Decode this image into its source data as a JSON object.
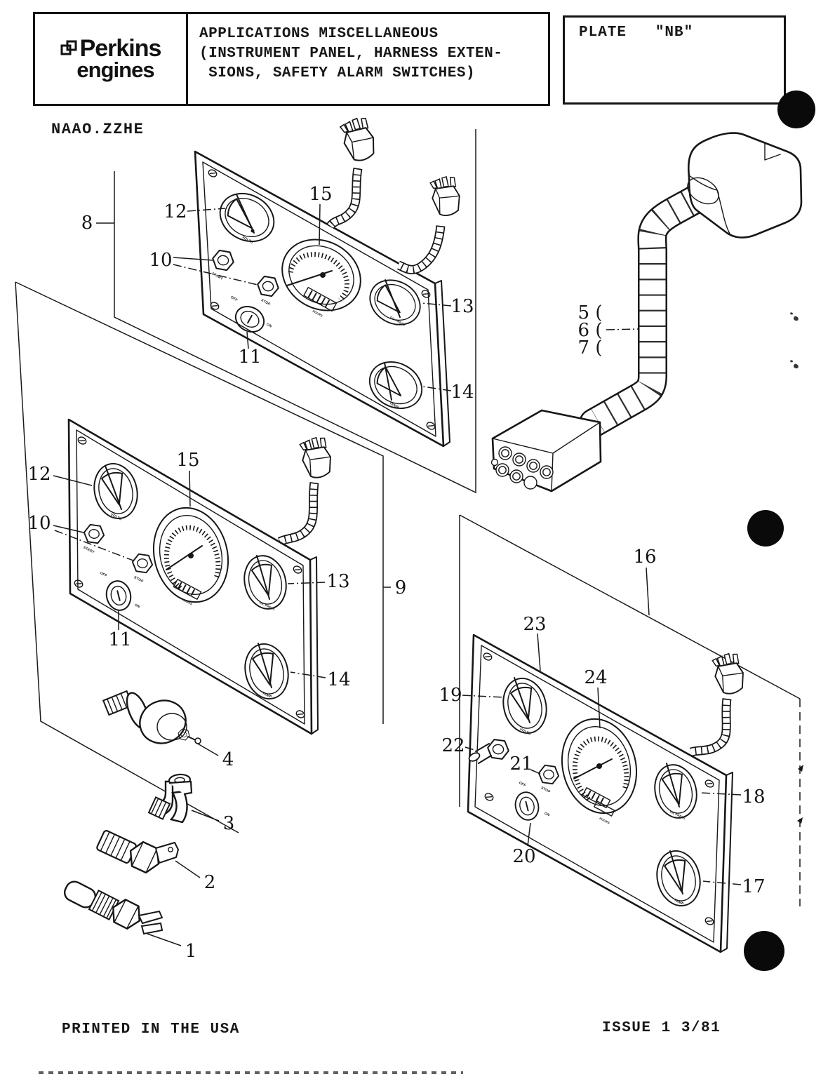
{
  "colors": {
    "ink": "#17171a",
    "paper": "#ffffff"
  },
  "header": {
    "logo": {
      "brand_top": "Perkins",
      "brand_bottom": "engines"
    },
    "title_lines": [
      "APPLICATIONS MISCELLANEOUS",
      "(INSTRUMENT PANEL, HARNESS EXTEN-",
      " SIONS, SAFETY ALARM SWITCHES)"
    ],
    "plate": {
      "label": "PLATE",
      "value": "\"NB\""
    }
  },
  "doc_code": "NAAO.ZZHE",
  "footer": {
    "left": "PRINTED IN THE USA",
    "right": "ISSUE 1  3/81"
  },
  "gauge_labels": {
    "volts": "VOLTS",
    "temp": "TEMP",
    "oil": "OIL PRESS",
    "hours": "HOURS",
    "start": "START",
    "stop": "STOP",
    "off": "OFF",
    "on": "ON"
  },
  "callouts": [
    {
      "label": "8"
    },
    {
      "label": "12"
    },
    {
      "label": "15"
    },
    {
      "label": "10"
    },
    {
      "label": "11"
    },
    {
      "label": "13"
    },
    {
      "label": "14"
    },
    {
      "label": "5 ("
    },
    {
      "label": "6 ("
    },
    {
      "label": "7 ("
    },
    {
      "label": "12"
    },
    {
      "label": "10"
    },
    {
      "label": "15"
    },
    {
      "label": "11"
    },
    {
      "label": "13"
    },
    {
      "label": "14"
    },
    {
      "label": "9"
    },
    {
      "label": "4"
    },
    {
      "label": "3"
    },
    {
      "label": "2"
    },
    {
      "label": "1"
    },
    {
      "label": "16"
    },
    {
      "label": "23"
    },
    {
      "label": "24"
    },
    {
      "label": "19"
    },
    {
      "label": "22"
    },
    {
      "label": "21"
    },
    {
      "label": "20"
    },
    {
      "label": "18"
    },
    {
      "label": "17"
    }
  ]
}
